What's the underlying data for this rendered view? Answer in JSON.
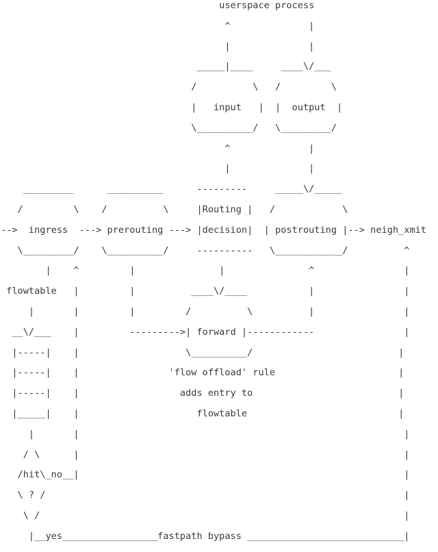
{
  "diagram": {
    "description": "netfilter flowtable packet flow ascii diagram",
    "colors": {
      "text": "#3a3a3a",
      "background": "#ffffff"
    },
    "nodes": [
      "userspace process",
      "input",
      "output",
      "ingress",
      "prerouting",
      "Routing decision",
      "postrouting",
      "neigh_xmit",
      "flowtable",
      "forward",
      "hit ?"
    ],
    "labels": [
      "'flow offload' rule",
      "adds entry to",
      "flowtable",
      "no",
      "yes",
      "fastpath bypass"
    ],
    "lines": {
      "0": "                                       userspace process",
      "1": "                                        ^              |",
      "2": "                                        |              |",
      "3": "                                   _____|____     ____\\/___",
      "4": "                                  /          \\   /         \\",
      "5": "                                  |   input   |  |  output  |",
      "6": "                                  \\__________/   \\_________/",
      "7": "                                        ^              |",
      "8": "                                        |              |",
      "9": "    _________      __________      ---------     _____\\/_____",
      "10": "   /         \\    /          \\     |Routing |   /            \\",
      "11": "-->  ingress  ---> prerouting ---> |decision|  | postrouting |--> neigh_xmit",
      "12": "   \\_________/    \\__________/     ----------   \\____________/          ^",
      "13": "        |    ^         |               |               ^                |",
      "14": " flowtable   |         |          ____\\/____           |                |",
      "15": "     |       |         |         /          \\          |                |",
      "16": "  __\\/___    |         --------->| forward |------------                |",
      "17": "  |-----|    |                   \\__________/                          |",
      "18": "  |-----|    |                'flow offload' rule                      |",
      "19": "  |-----|    |                  adds entry to                          |",
      "20": "  |_____|    |                     flowtable                           |",
      "21": "     |       |                                                          |",
      "22": "    / \\      |                                                          |",
      "23": "   /hit\\_no__|                                                          |",
      "24": "   \\ ? /                                                                |",
      "25": "    \\ /                                                                 |",
      "26": "     |__yes_________________fastpath bypass ____________________________|"
    }
  }
}
